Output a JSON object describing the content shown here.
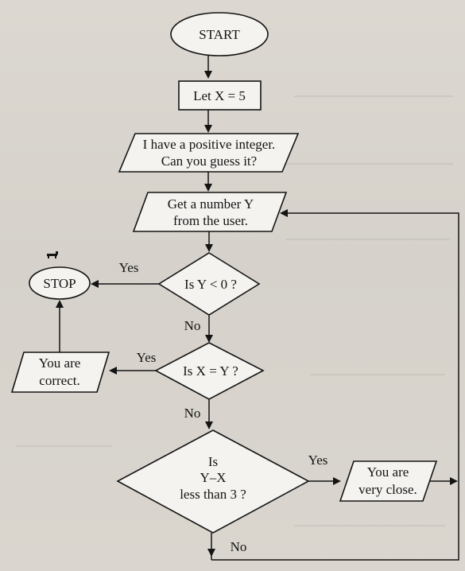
{
  "flowchart": {
    "start": "START",
    "init": "Let X = 5",
    "prompt": {
      "line1": "I have a positive integer.",
      "line2": "Can you guess it?"
    },
    "input": {
      "line1": "Get a number Y",
      "line2": "from the user."
    },
    "check_negative": "Is Y < 0 ?",
    "stop": "STOP",
    "check_equal": "Is X = Y ?",
    "correct": {
      "line1": "You are",
      "line2": "correct."
    },
    "check_close": {
      "line1": "Is",
      "line2": "Y–X",
      "line3": "less than 3 ?"
    },
    "close": {
      "line1": "You are",
      "line2": "very close."
    },
    "labels": {
      "yes": "Yes",
      "no": "No"
    }
  },
  "colors": {
    "ink": "#141414",
    "paper": "#d8d4cd",
    "shape_fill": "#f4f3f0"
  }
}
